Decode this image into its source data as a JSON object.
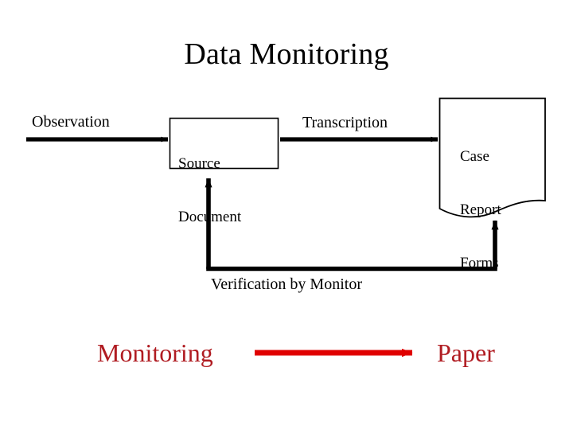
{
  "page": {
    "title": "Data Monitoring",
    "background_color": "#ffffff",
    "text_color": "#000000"
  },
  "diagram": {
    "type": "flowchart",
    "nodes": [
      {
        "id": "source-document",
        "shape": "rectangle",
        "lines": [
          "Source",
          "Document"
        ]
      },
      {
        "id": "case-report-forms",
        "shape": "document",
        "lines": [
          "Case",
          "Report",
          "Forms"
        ]
      }
    ],
    "edge_labels": {
      "observation": "Observation",
      "transcription": "Transcription",
      "verification": "Verification by Monitor"
    },
    "arrow_color": "#000000"
  },
  "legend": {
    "monitoring_label": "Monitoring",
    "paper_label": "Paper",
    "accent_color": "#b01c22",
    "arrow_color": "#e00000"
  }
}
